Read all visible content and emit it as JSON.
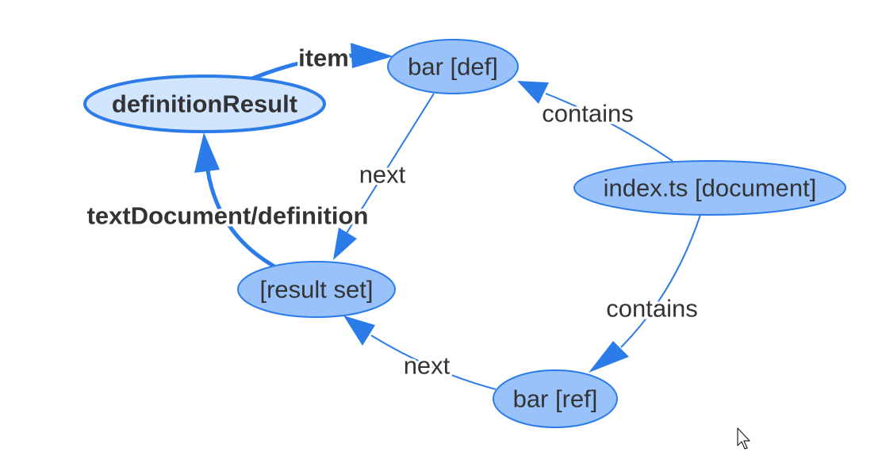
{
  "colors": {
    "node_fill": "#99c2fb",
    "selected_fill": "#d2e5ff",
    "stroke": "#2b7ce9",
    "text": "#333333"
  },
  "graph": {
    "nodes": {
      "definition_result": "definitionResult",
      "bar_def": "bar [def]",
      "index_ts": "index.ts [document]",
      "result_set": "[result set]",
      "bar_ref": "bar [ref]"
    },
    "edges": {
      "item": "item",
      "contains_def": "contains",
      "next_def": "next",
      "text_document_definition": "textDocument/definition",
      "contains_ref": "contains",
      "next_ref": "next"
    }
  },
  "cursor": {
    "icon": "mouse-pointer-icon"
  }
}
